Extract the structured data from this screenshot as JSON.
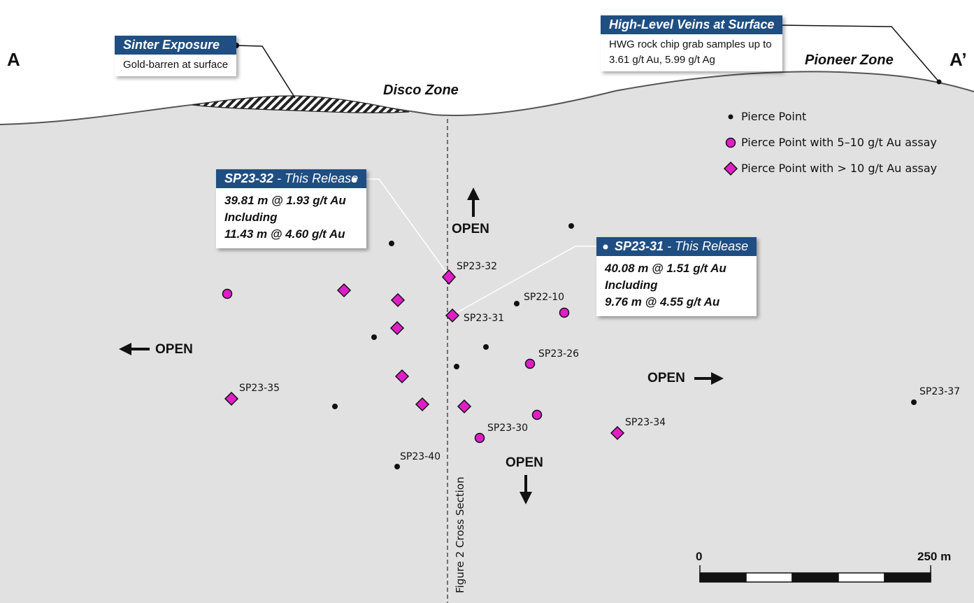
{
  "section": {
    "corner_left": "A",
    "corner_right": "A’",
    "zone_disco": "Disco Zone",
    "zone_pioneer": "Pioneer Zone",
    "cross_section_label": "Figure 2 Cross Section"
  },
  "callouts": {
    "sinter": {
      "title": "Sinter Exposure",
      "body": [
        "Gold-barren at surface"
      ]
    },
    "veins": {
      "title": "High-Level Veins at Surface",
      "body": [
        "HWG rock chip grab samples up to",
        "3.61 g/t Au, 5.99 g/t Ag"
      ]
    },
    "sp23_32": {
      "title_bold": "SP23-32",
      "title_rest": " - This Release",
      "body": [
        "39.81 m @ 1.93 g/t Au",
        "Including",
        "11.43 m @ 4.60 g/t Au"
      ]
    },
    "sp23_31": {
      "title_bold": "SP23-31",
      "title_rest": " - This Release",
      "body": [
        "40.08 m @ 1.51 g/t Au",
        "Including",
        "9.76 m @ 4.55 g/t Au"
      ]
    }
  },
  "open_labels": {
    "up": "OPEN",
    "left": "OPEN",
    "right": "OPEN",
    "down": "OPEN"
  },
  "legend": {
    "items": [
      {
        "label": "Pierce Point",
        "symbol": "dot"
      },
      {
        "label": "Pierce Point with 5–10 g/t Au assay",
        "symbol": "circle"
      },
      {
        "label": "Pierce Point with > 10 g/t Au assay",
        "symbol": "diamond"
      }
    ]
  },
  "colors": {
    "section_fill": "#e1e1e1",
    "banner": "#1f4e82",
    "assay_fill": "#e01ec8",
    "surface_line": "#555555"
  },
  "scale_bar": {
    "start_label": "0",
    "end_label": "250 m"
  },
  "hole_labels": {
    "sp23_32": "SP23-32",
    "sp23_31": "SP23-31",
    "sp22_10": "SP22-10",
    "sp23_26": "SP23-26",
    "sp23_35": "SP23-35",
    "sp23_30": "SP23-30",
    "sp23_34": "SP23-34",
    "sp23_40": "SP23-40",
    "sp23_37": "SP23-37"
  }
}
